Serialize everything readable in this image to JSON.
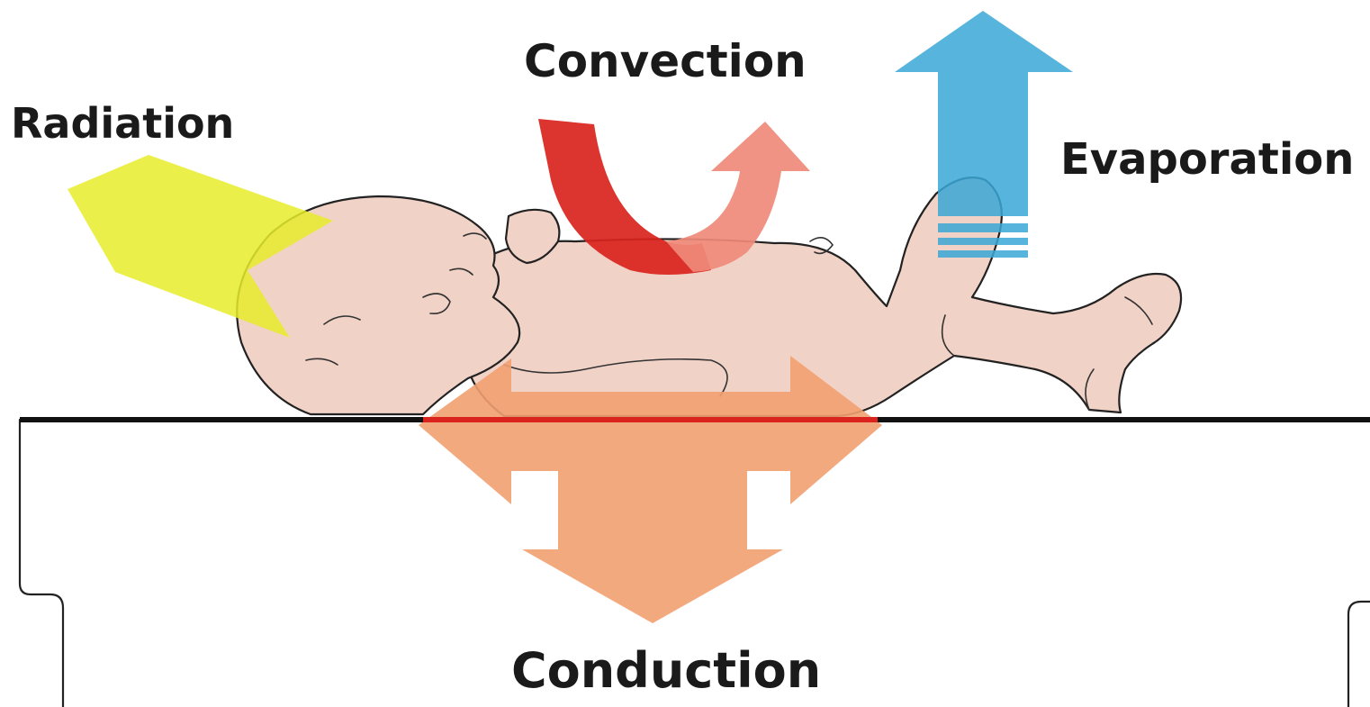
{
  "labels": {
    "radiation": "Radiation",
    "convection": "Convection",
    "evaporation": "Evaporation",
    "conduction": "Conduction"
  },
  "colors": {
    "radiation": "#e8ec2a",
    "convection_dark": "#d9231c",
    "convection_light": "#f08a7a",
    "evaporation": "#3aa7d6",
    "conduction": "#f2a070",
    "skin": "#f1d2c6",
    "surface_line": "#111111"
  },
  "icons": {
    "radiation": "arrow-pentagon-left-icon",
    "convection": "curved-u-arrow-icon",
    "evaporation": "up-arrow-icon",
    "conduction": "four-way-arrow-icon",
    "infant": "newborn-illustration"
  }
}
